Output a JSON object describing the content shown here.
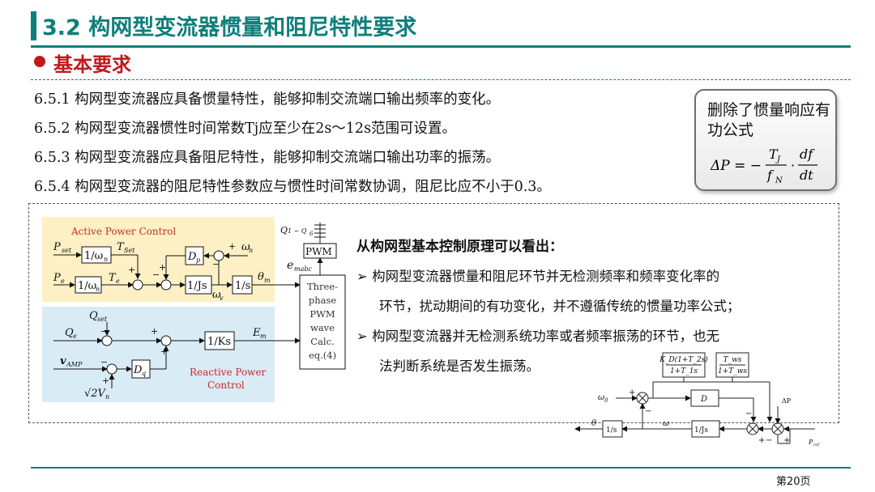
{
  "header": {
    "title": "3.2 构网型变流器惯量和阻尼特性要求",
    "subtitle": "基本要求"
  },
  "requirements": [
    "6.5.1 构网型变流器应具备惯量特性，能够抑制交流端口输出频率的变化。",
    "6.5.2 构网型变流器惯性时间常数Tj应至少在2s～12s范围可设置。",
    "6.5.3 构网型变流器应具备阻尼特性，能够抑制交流端口输出功率的振荡。",
    "6.5.4 构网型变流器的阻尼特性参数应与惯性时间常数协调，阻尼比应不小于0.3。"
  ],
  "callout": {
    "text": "删除了惯量响应有功公式",
    "formula_lhs": "ΔP = −",
    "formula_num1": "T",
    "formula_sub1": "J",
    "formula_den1": "f",
    "formula_sub2": "N",
    "formula_dot": "·",
    "formula_num2": "df",
    "formula_den2": "dt"
  },
  "diagram_left": {
    "active_label": "Active Power Control",
    "reactive_label_1": "Reactive Power",
    "reactive_label_2": "Control",
    "p_set": "P",
    "p_set_sub": "set",
    "t_set": "T",
    "t_set_sub": "Set",
    "p_e": "P",
    "p_e_sub": "e",
    "t_e": "T",
    "t_e_sub": "e",
    "inv_omega": "1/ω",
    "inv_omega_sub": "n",
    "dp_block": "D",
    "dp_sub": "p",
    "inv_js": "1/Js",
    "inv_s": "1/s",
    "omega_n": "ω",
    "omega_n_sub": "n",
    "omega_v": "ω",
    "omega_v_sub": "v",
    "theta_m": "θ",
    "theta_m_sub": "m",
    "q_range": "Q",
    "q_range_text": "1 ~ Q",
    "q6": "6",
    "pwm": "PWM",
    "e_mabc": "e",
    "e_mabc_sub": "mabc",
    "calc_lines": [
      "Three-",
      "phase",
      "PWM",
      "wave",
      "Calc.",
      "eq.(4)"
    ],
    "q_set": "Q",
    "q_set_sub": "set",
    "q_e": "Q",
    "q_e_sub": "e",
    "inv_ks": "1/Ks",
    "e_m": "E",
    "e_m_sub": "m",
    "v_amp": "v",
    "v_amp_sub": "AMP",
    "dq_block": "D",
    "dq_sub": "q",
    "sqrt_vn": "√2V",
    "sqrt_vn_sub": "n"
  },
  "explanation": {
    "heading": "从构网型基本控制原理可以看出：",
    "bullet1_line1": "构网型变流器惯量和阻尼环节并无检测频率和频率变化率的",
    "bullet1_line2": "环节，扰动期间的有功变化，并不遵循传统的惯量功率公式；",
    "bullet2_line1": "构网型变流器并无检测系统功率或者频率振荡的环节，也无",
    "bullet2_line2": "法判断系统是否发生振荡。"
  },
  "diagram_right": {
    "tf1_num": "K_D(1+T_2s)",
    "tf1_den": "1+T_1s",
    "tf2_num": "T_ws",
    "tf2_den": "1+T_ws",
    "omega0": "ω",
    "omega0_sub": "0",
    "d_block": "D",
    "delta_p": "ΔP",
    "theta": "θ",
    "omega": "ω",
    "inv_s": "1/s",
    "inv_js": "1/Js",
    "p_ref": "P",
    "p_ref_sub": "ref"
  },
  "footer": {
    "page": "第20页"
  },
  "colors": {
    "accent": "#0f7f7b",
    "subtitle_red": "#c0181b",
    "active_panel": "#fdf0c4",
    "reactive_panel": "#d9ebf5"
  }
}
